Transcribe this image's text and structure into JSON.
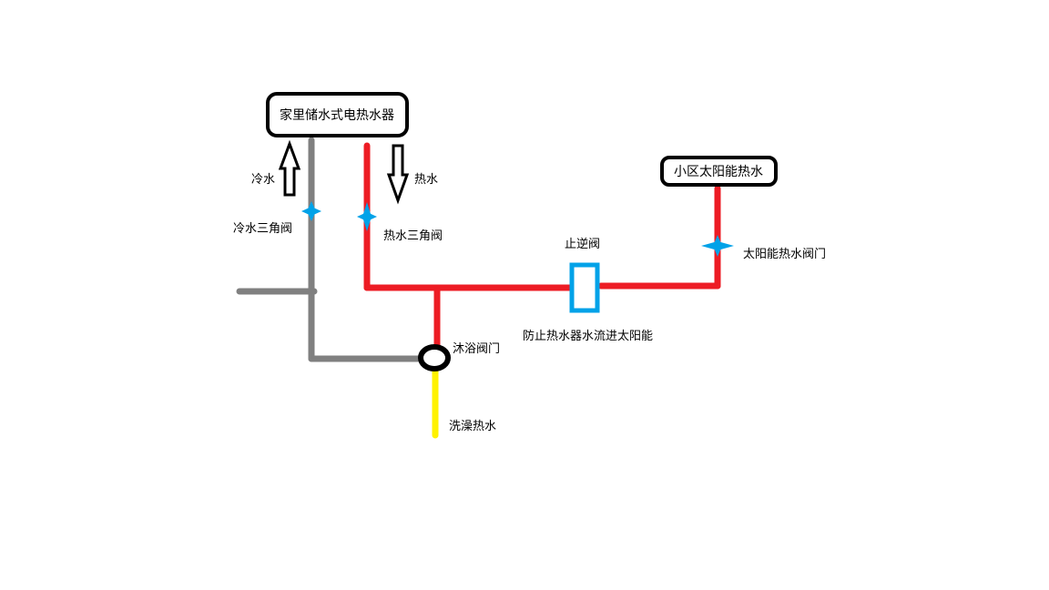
{
  "nodes": {
    "heater": "家里储水式电热水器",
    "solar": "小区太阳能热水"
  },
  "labels": {
    "cold_water": "冷水",
    "hot_water": "热水",
    "cold_valve": "冷水三角阀",
    "hot_valve": "热水三角阀",
    "check_valve": "止逆阀",
    "check_valve_note": "防止热水器水流进太阳能",
    "solar_valve": "太阳能热水阀门",
    "shower_valve": "沐浴阀门",
    "shower_water": "洗澡热水"
  },
  "colors": {
    "cold_pipe": "#808080",
    "hot_pipe": "#ed1c24",
    "shower_pipe": "#fff200",
    "valve": "#00a2e8",
    "outline": "#000000"
  }
}
